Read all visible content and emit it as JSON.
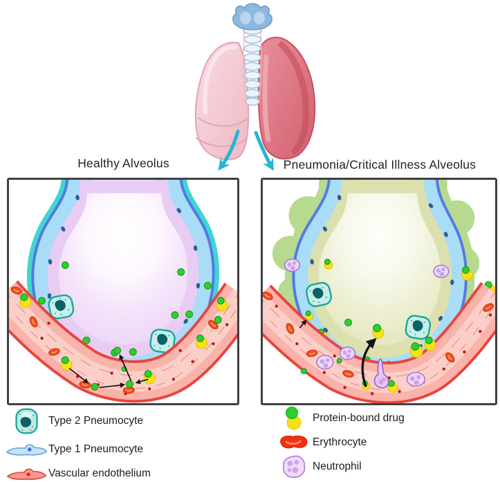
{
  "figure": {
    "title_left": "Healthy Alveolus",
    "title_right": "Pneumonia/Critical Illness Alveolus",
    "legend_left": [
      {
        "icon": "type2-pneumocyte-icon",
        "label": "Type 2 Pneumocyte"
      },
      {
        "icon": "type1-pneumocyte-icon",
        "label": "Type 1 Pneumocyte"
      },
      {
        "icon": "vascular-endothelium-icon",
        "label": "Vascular endothelium"
      }
    ],
    "legend_right": [
      {
        "icon": "protein-bound-drug-icon",
        "label": "Protein-bound drug"
      },
      {
        "icon": "erythrocyte-icon",
        "label": "Erythrocyte"
      },
      {
        "icon": "neutrophil-icon",
        "label": "Neutrophil"
      }
    ],
    "colors": {
      "healthy_surfactant_teal": "#41D6CD",
      "epithelium_blue": "#5379E5",
      "epithelium_light_blue": "#A9DCF6",
      "alveolar_lumen_lavender": "#EBD5F6",
      "infected_edema_green": "#B6DA8F",
      "infected_lumen_olive": "#E6E8C6",
      "capillary_wall_red": "#E8453E",
      "capillary_fill_salmon": "#F9B3AA",
      "erythrocyte_red": "#F2501F",
      "drug_green": "#2FCE2F",
      "protein_yellow": "#F6E01A",
      "neutrophil_purple": "#E9D3F8",
      "type2_pneumocyte_teal": "#C7EFE7",
      "lung_light_pink": "#F4C6CF",
      "lung_dark_rose": "#D9616F",
      "arrow_teal": "#25B5D6",
      "arrow_black": "#111111"
    }
  }
}
